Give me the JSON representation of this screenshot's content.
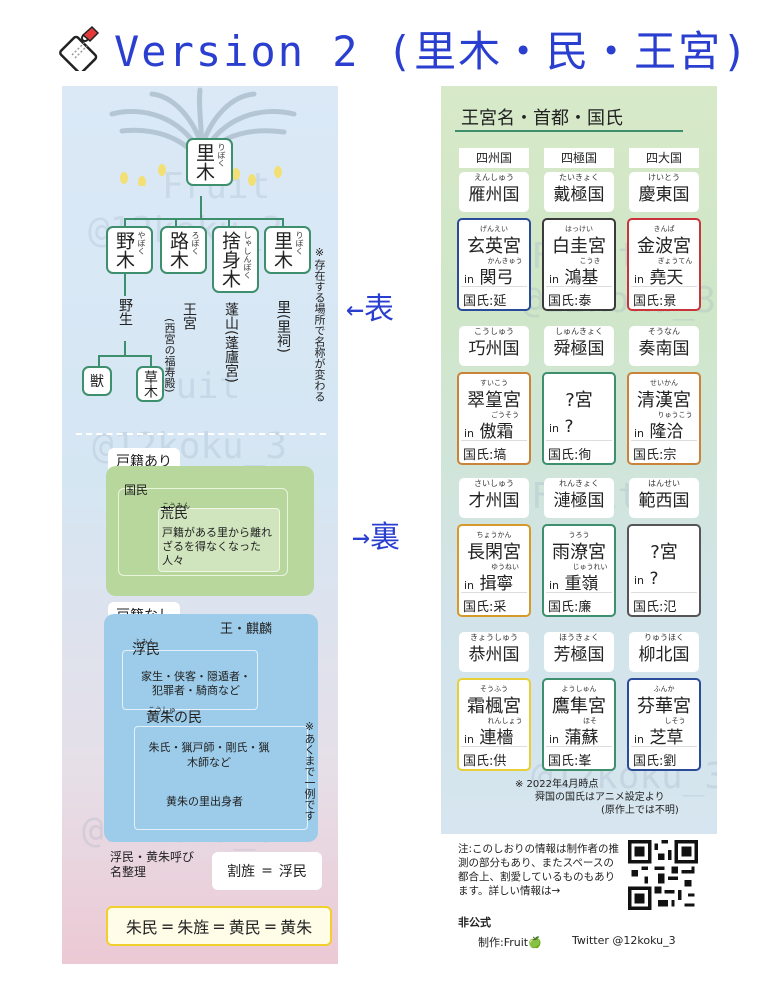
{
  "header": {
    "title": "Version 2 (里木・民・王宮)"
  },
  "left": {
    "tree": {
      "root": {
        "text": "里木",
        "ruby": "りぼく"
      },
      "children": [
        {
          "text": "野木",
          "ruby": "やぼく"
        },
        {
          "text": "路木",
          "ruby": "ろぼく"
        },
        {
          "text": "捨身木",
          "ruby": "しゃしんぼく"
        },
        {
          "text": "里木",
          "ruby": "りぼく"
        }
      ],
      "labels": {
        "yasei": "野生",
        "palace": "王宮",
        "palace_sub": "(西宮の福寿殿)",
        "houzan": "蓬山(蓬廬宮)",
        "sato": "里(里祠)",
        "note": "※存在する場所で名称が変わる"
      },
      "leaves": [
        "獣",
        "草木"
      ]
    },
    "koseki_ari": {
      "label": "戸籍あり",
      "kokumin": "国民",
      "koumin_ruby": "こうみん",
      "koumin": "荒民",
      "koumin_desc": "戸籍がある里から離れざるを得なくなった人々"
    },
    "koseki_nashi": {
      "label": "戸籍なし",
      "king": "王・麒麟",
      "fumin_ruby": "ふみん",
      "fumin": "浮民",
      "fumin_desc": "家生・侠客・隠遁者・犯罪者・騎商など",
      "koushu_ruby": "こうしゅ",
      "koushu": "黄朱の民",
      "koushu_desc": "朱氏・猟戸師・剛氏・猟木師など",
      "koushu_origin": "黄朱の里出身者",
      "note": "※あくまで一例です"
    },
    "bottom": {
      "label": "浮民・黄朱呼び名整理",
      "eq1_left": "割旌",
      "eq1_right": "浮民",
      "eq2": [
        "朱民",
        "朱旌",
        "黄民",
        "黄朱"
      ]
    }
  },
  "arrows": {
    "front": "←表",
    "back": "→裏"
  },
  "right": {
    "title": "王宮名・首都・国氏",
    "columns": [
      "四州国",
      "四極国",
      "四大国"
    ],
    "kingdoms": [
      {
        "name": "雁州国",
        "ruby": "えんしゅう"
      },
      {
        "name": "戴極国",
        "ruby": "たいきょく"
      },
      {
        "name": "慶東国",
        "ruby": "けいとう"
      },
      {
        "name": "巧州国",
        "ruby": "こうしゅう"
      },
      {
        "name": "舜極国",
        "ruby": "しゅんきょく"
      },
      {
        "name": "奏南国",
        "ruby": "そうなん"
      },
      {
        "name": "才州国",
        "ruby": "さいしゅう"
      },
      {
        "name": "漣極国",
        "ruby": "れんきょく"
      },
      {
        "name": "範西国",
        "ruby": "はんせい"
      },
      {
        "name": "恭州国",
        "ruby": "きょうしゅう"
      },
      {
        "name": "芳極国",
        "ruby": "ほうきょく"
      },
      {
        "name": "柳北国",
        "ruby": "りゅうほく"
      }
    ],
    "palaces": [
      {
        "palace": "玄英宮",
        "palace_ruby": "げんえい",
        "capital": "関弓",
        "capital_ruby": "かんきゅう",
        "clan": "国氏:延",
        "color": "#2a4b97"
      },
      {
        "palace": "白圭宮",
        "palace_ruby": "はっけい",
        "capital": "鴻基",
        "capital_ruby": "こうき",
        "clan": "国氏:泰",
        "color": "#3a3a3a"
      },
      {
        "palace": "金波宮",
        "palace_ruby": "きんぱ",
        "capital": "堯天",
        "capital_ruby": "ぎょうてん",
        "clan": "国氏:景",
        "color": "#c9343a"
      },
      {
        "palace": "翠篁宮",
        "palace_ruby": "すいこう",
        "capital": "傲霜",
        "capital_ruby": "ごうそう",
        "clan": "国氏:塙",
        "color": "#c9843a"
      },
      {
        "palace": "?宮",
        "palace_ruby": "",
        "capital": "?",
        "capital_ruby": "",
        "clan": "国氏:徇",
        "color": "#3d8f6d"
      },
      {
        "palace": "清漢宮",
        "palace_ruby": "せいかん",
        "capital": "隆洽",
        "capital_ruby": "りゅうこう",
        "clan": "国氏:宗",
        "color": "#c9843a"
      },
      {
        "palace": "長閑宮",
        "palace_ruby": "ちょうかん",
        "capital": "揖寧",
        "capital_ruby": "ゆうねい",
        "clan": "国氏:采",
        "color": "#d59a2a"
      },
      {
        "palace": "雨潦宮",
        "palace_ruby": "うろう",
        "capital": "重嶺",
        "capital_ruby": "じゅうれい",
        "clan": "国氏:廉",
        "color": "#3d8f6d"
      },
      {
        "palace": "?宮",
        "palace_ruby": "",
        "capital": "?",
        "capital_ruby": "",
        "clan": "国氏:氾",
        "color": "#555555"
      },
      {
        "palace": "霜楓宮",
        "palace_ruby": "そうふう",
        "capital": "連檣",
        "capital_ruby": "れんしょう",
        "clan": "国氏:供",
        "color": "#e7cf3a"
      },
      {
        "palace": "鷹隼宮",
        "palace_ruby": "ようしゅん",
        "capital": "蒲蘇",
        "capital_ruby": "ほそ",
        "clan": "国氏:峯",
        "color": "#3d8f6d"
      },
      {
        "palace": "芬華宮",
        "palace_ruby": "ふんか",
        "capital": "芝草",
        "capital_ruby": "しそう",
        "clan": "国氏:劉",
        "color": "#2a4b97"
      }
    ],
    "note1": "※ 2022年4月時点",
    "note2": "舜国の国氏はアニメ設定より",
    "note3": "(原作上では不明)",
    "in_label": "in"
  },
  "footer": {
    "disclaimer": "注:このしおりの情報は制作者の推測の部分もあり、またスペースの都合上、割愛しているものもあります。詳しい情報は→",
    "unofficial": "非公式",
    "author": "制作:Fruit🍏",
    "twitter": "Twitter @12koku_3"
  },
  "watermarks": [
    "Fruit",
    "@12koku_3"
  ]
}
